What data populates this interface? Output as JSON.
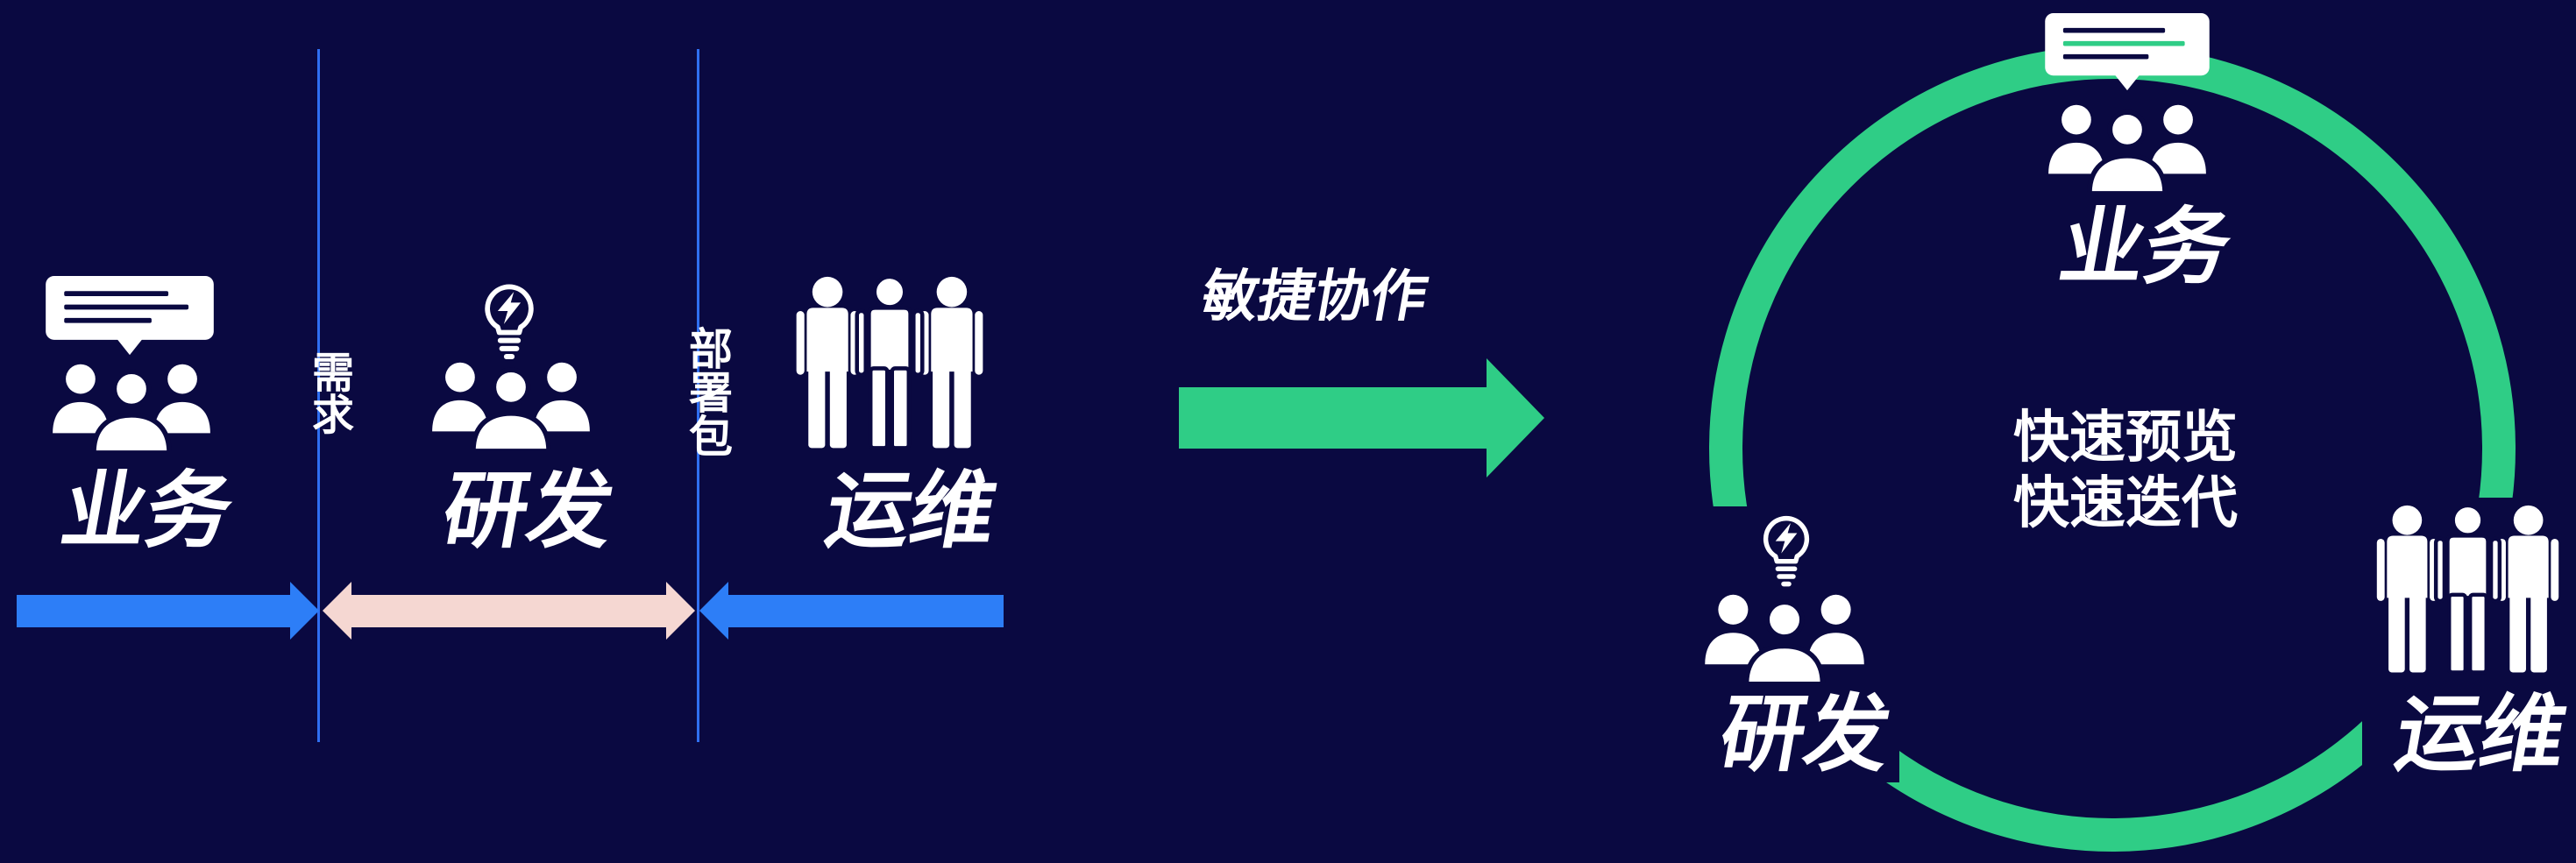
{
  "left_flow": {
    "business": {
      "label": "业务",
      "icons": [
        "chat-bubble-icon",
        "people-group-icon"
      ]
    },
    "requirement": {
      "label": "需求"
    },
    "rd": {
      "label": "研发",
      "icons": [
        "lightbulb-icon",
        "people-group-icon"
      ]
    },
    "package": {
      "label": "部署包"
    },
    "ops": {
      "label": "运维",
      "icons": [
        "standing-people-icon"
      ]
    }
  },
  "transition": {
    "label": "敏捷协作",
    "icon": "arrow-right-icon"
  },
  "cycle": {
    "business": {
      "label": "业务",
      "icons": [
        "chat-bubble-icon",
        "people-group-icon"
      ]
    },
    "rd": {
      "label": "研发",
      "icons": [
        "lightbulb-icon",
        "people-group-icon"
      ]
    },
    "ops": {
      "label": "运维",
      "icons": [
        "standing-people-icon"
      ]
    },
    "center_text": [
      "快速预览",
      "快速迭代"
    ],
    "icon": "ring-icon"
  },
  "colors": {
    "background": "#0a0941",
    "divider_line": "#2f6ff1",
    "handoff_arrow": "#2d7ef7",
    "feedback_arrow": "#f5d7d2",
    "agile_green": "#2fcd86",
    "text": "#ffffff"
  }
}
